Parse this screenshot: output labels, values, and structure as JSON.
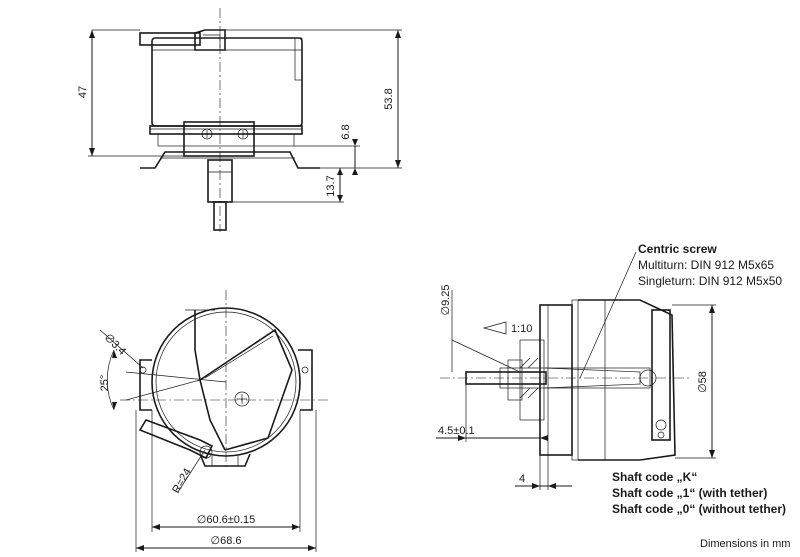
{
  "dimensions": {
    "height_47": "47",
    "height_53_8": "53.8",
    "height_6_8": "6.8",
    "shaft_13_7": "13.7",
    "hole_3_4": "∅3.4",
    "angle_25": "25°",
    "radius_24": "R=24",
    "dia_60_6": "∅60.6±0.15",
    "dia_68_6": "∅68.6",
    "dia_9_25": "∅9.25",
    "taper": "1:10",
    "dia_58": "∅58",
    "offset_4_5": "4.5±0.1",
    "offset_4": "4"
  },
  "notes": {
    "centric_screw_title": "Centric screw",
    "multiturn": "Multiturn:  DIN 912 M5x65",
    "singleturn": "Singleturn: DIN 912 M5x50"
  },
  "shaft_codes": [
    "Shaft code „K“",
    "Shaft code „1“ (with tether)",
    "Shaft code „0“ (without tether)"
  ],
  "footer": {
    "units": "Dimensions in mm"
  }
}
